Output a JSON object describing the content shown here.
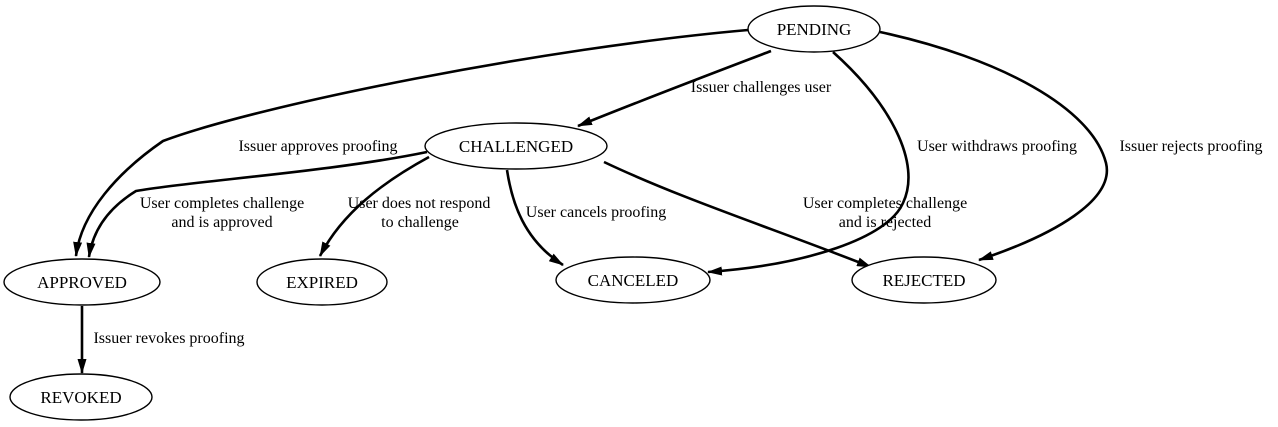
{
  "diagram": {
    "type": "state-transition-diagram",
    "background_color": "#ffffff",
    "stroke_color": "#000000",
    "text_color": "#000000",
    "nodes": {
      "pending": {
        "label": "PENDING"
      },
      "challenged": {
        "label": "CHALLENGED"
      },
      "approved": {
        "label": "APPROVED"
      },
      "expired": {
        "label": "EXPIRED"
      },
      "canceled": {
        "label": "CANCELED"
      },
      "rejected": {
        "label": "REJECTED"
      },
      "revoked": {
        "label": "REVOKED"
      }
    },
    "edges": {
      "pending_challenged": {
        "from": "PENDING",
        "to": "CHALLENGED",
        "label": "Issuer challenges user"
      },
      "pending_approved": {
        "from": "PENDING",
        "to": "APPROVED",
        "label": "Issuer approves proofing"
      },
      "pending_canceled": {
        "from": "PENDING",
        "to": "CANCELED",
        "label": "User withdraws proofing"
      },
      "pending_rejected": {
        "from": "PENDING",
        "to": "REJECTED",
        "label": "Issuer rejects proofing"
      },
      "challenged_approved": {
        "from": "CHALLENGED",
        "to": "APPROVED",
        "label_lines": [
          "User completes challenge",
          "and is approved"
        ]
      },
      "challenged_expired": {
        "from": "CHALLENGED",
        "to": "EXPIRED",
        "label_lines": [
          "User does not respond",
          "to challenge"
        ]
      },
      "challenged_canceled": {
        "from": "CHALLENGED",
        "to": "CANCELED",
        "label": "User cancels proofing"
      },
      "challenged_rejected": {
        "from": "CHALLENGED",
        "to": "REJECTED",
        "label_lines": [
          "User completes challenge",
          "and is rejected"
        ]
      },
      "approved_revoked": {
        "from": "APPROVED",
        "to": "REVOKED",
        "label": "Issuer revokes proofing"
      }
    }
  }
}
